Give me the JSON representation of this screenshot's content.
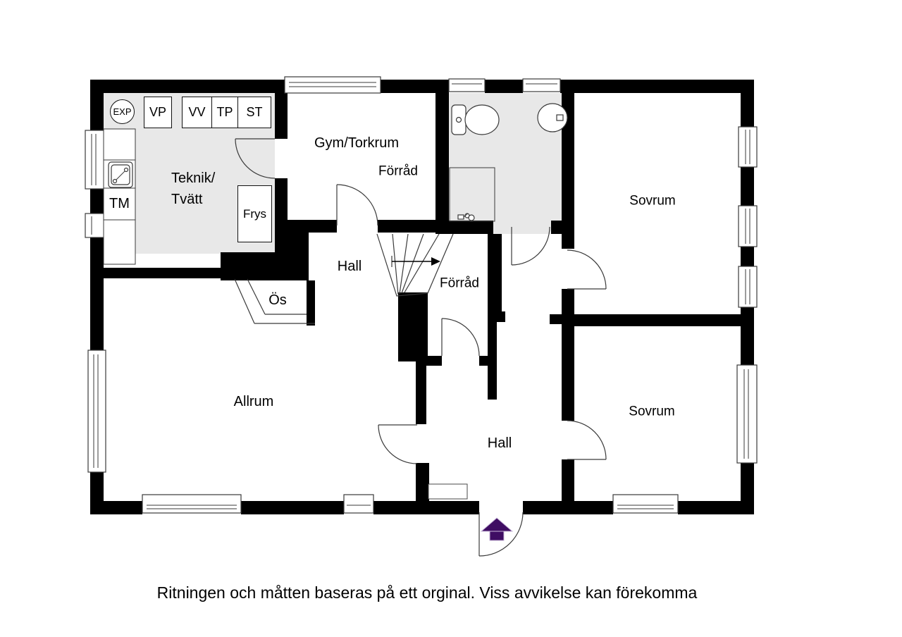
{
  "colors": {
    "background": "#ffffff",
    "wall": "#000000",
    "shaded_room": "#e8e8e8",
    "line": "#3a3a3a",
    "entrance_arrow": "#3f0d63",
    "entrance_arrow_outline": "#c9b8da"
  },
  "labels": {
    "teknik_line1": "Teknik/",
    "teknik_line2": "Tvätt",
    "gym": "Gym/Torkrum",
    "gym_forrad": "Förråd",
    "hall_upper": "Hall",
    "stair_forrad": "Förråd",
    "allrum": "Allrum",
    "hall_lower": "Hall",
    "sovrum_top": "Sovrum",
    "sovrum_bottom": "Sovrum"
  },
  "fixtures": {
    "exp": "EXP",
    "vp": "VP",
    "vv": "VV",
    "tp": "TP",
    "st": "ST",
    "tm": "TM",
    "frys": "Frys",
    "os": "Ös"
  },
  "caption": "Ritningen och måtten baseras på ett orginal. Viss avvikelse kan förekomma"
}
